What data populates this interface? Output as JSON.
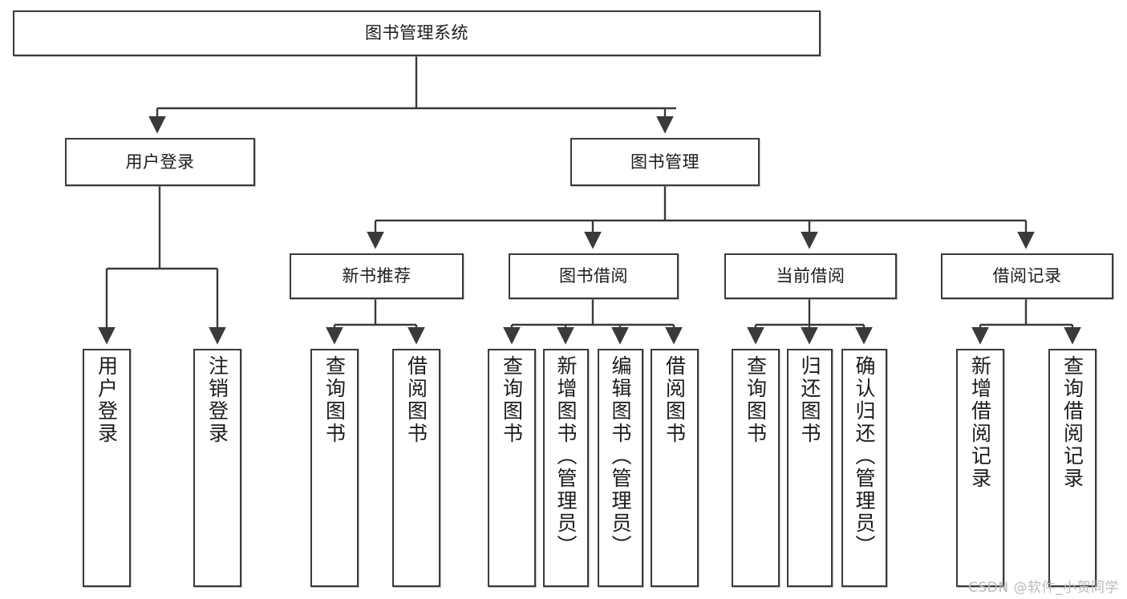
{
  "diagram": {
    "title": "图书管理系统",
    "type": "tree-hierarchy",
    "watermark": "CSDN @软件_小贺同学",
    "colors": {
      "node_border": "#3a3a3a",
      "node_fill": "#ffffff",
      "edge": "#3a3a3a",
      "text": "#1b1b1b",
      "watermark": "#b9b9b9",
      "background": "#ffffff"
    },
    "nodes": {
      "root": {
        "label": "图书管理系统"
      },
      "level2": [
        {
          "id": "user-login",
          "label": "用户登录"
        },
        {
          "id": "book-manage",
          "label": "图书管理"
        }
      ],
      "level3": [
        {
          "id": "new-book-rec",
          "label": "新书推荐"
        },
        {
          "id": "book-borrow",
          "label": "图书借阅"
        },
        {
          "id": "current-borrow",
          "label": "当前借阅"
        },
        {
          "id": "borrow-record",
          "label": "借阅记录"
        }
      ],
      "leaves": {
        "user-login": [
          {
            "id": "leaf-user-login",
            "label": "用户登录"
          },
          {
            "id": "leaf-user-logout",
            "label": "注销登录"
          }
        ],
        "new-book-rec": [
          {
            "id": "leaf-query-book-1",
            "label": "查询图书"
          },
          {
            "id": "leaf-borrow-book-1",
            "label": "借阅图书"
          }
        ],
        "book-borrow": [
          {
            "id": "leaf-query-book-2",
            "label": "查询图书"
          },
          {
            "id": "leaf-add-book",
            "label": "新增图书（管理员）"
          },
          {
            "id": "leaf-edit-book",
            "label": "编辑图书（管理员）"
          },
          {
            "id": "leaf-borrow-book-2",
            "label": "借阅图书"
          }
        ],
        "current-borrow": [
          {
            "id": "leaf-query-book-3",
            "label": "查询图书"
          },
          {
            "id": "leaf-return-book",
            "label": "归还图书"
          },
          {
            "id": "leaf-confirm-return",
            "label": "确认归还（管理员）"
          }
        ],
        "borrow-record": [
          {
            "id": "leaf-add-record",
            "label": "新增借阅记录"
          },
          {
            "id": "leaf-query-record",
            "label": "查询借阅记录"
          }
        ]
      }
    }
  }
}
